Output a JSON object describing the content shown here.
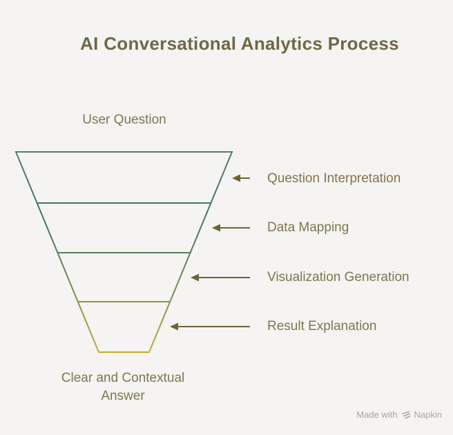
{
  "title": "AI Conversational Analytics Process",
  "funnel": {
    "input_label": "User Question",
    "output_label": "Clear and Contextual Answer",
    "stages": [
      "Question Interpretation",
      "Data Mapping",
      "Visualization Generation",
      "Result Explanation"
    ]
  },
  "watermark": {
    "prefix": "Made with",
    "brand": "Napkin"
  },
  "colors": {
    "background": "#f5f4f2",
    "title": "#6f6844",
    "label": "#7d764e",
    "arrow": "#6e6336",
    "funnel_top": "#507a70",
    "funnel_mid_teal": "#3e7565",
    "funnel_mid_green": "#5a8256",
    "funnel_mid_olive": "#8f9345",
    "funnel_bottom": "#beac33",
    "watermark": "#a6a6a6"
  }
}
